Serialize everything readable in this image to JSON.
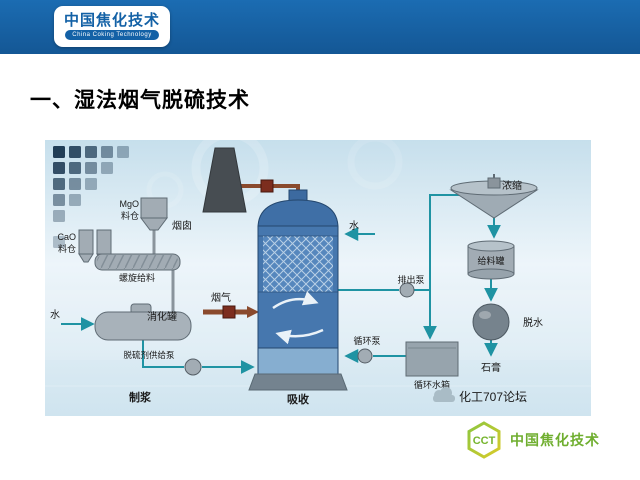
{
  "header": {
    "logo_cn": "中国焦化技术",
    "logo_en": "China Coking Technology"
  },
  "slide": {
    "title": "一、湿法烟气脱硫技术"
  },
  "diagram": {
    "watermark": "化工707论坛",
    "labels": {
      "chimney": "烟囱",
      "mgo": "MgO",
      "mgo_silo": "料仓",
      "cao": "CaO",
      "cao_silo": "料仓",
      "screw_feeder": "螺旋给料",
      "water_in_left": "水",
      "digestion_tank": "消化罐",
      "supply_pump": "脱硫剂供给泵",
      "slurry_section": "制浆",
      "flue_gas": "烟气",
      "absorption_section": "吸收",
      "water_in_right": "水",
      "discharge_pump": "排出泵",
      "circulation_pump": "循环泵",
      "thickener": "浓缩",
      "feed_tank": "给料罐",
      "dewatering": "脱水",
      "gypsum": "石膏",
      "circulation_tank": "循环水箱"
    }
  },
  "footer": {
    "badge": "CCT",
    "brand": "中国焦化技术"
  },
  "colors": {
    "header_blue": "#1763a9",
    "tower_blue": "#4677ae",
    "pipe_teal": "#1f93a3",
    "pipe_brown": "#8a4a2d",
    "brand_green": "#6fae2f"
  }
}
